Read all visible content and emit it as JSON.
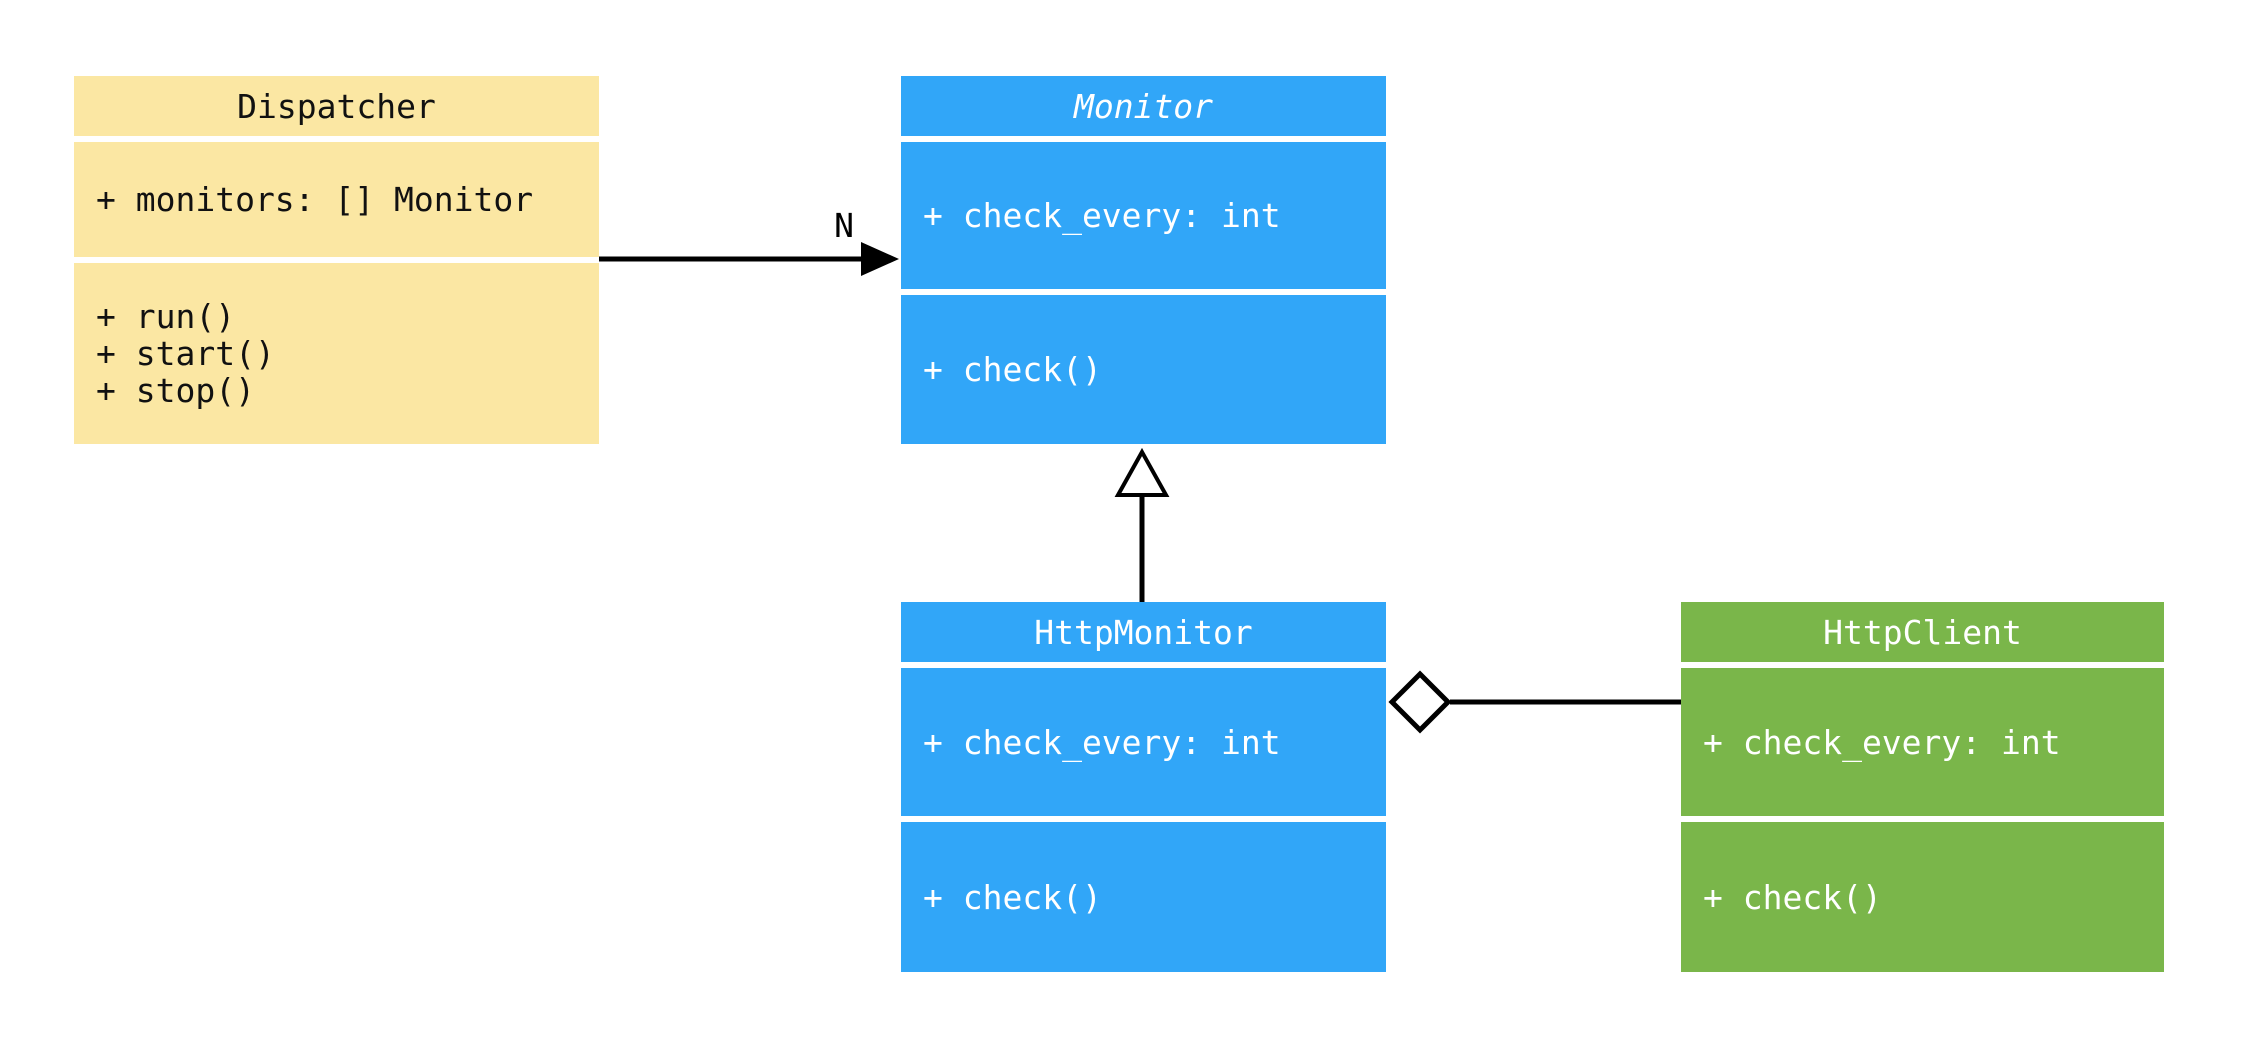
{
  "diagram": {
    "kind": "uml-class-diagram",
    "background_color": "#ffffff",
    "connector_color": "#000000",
    "hollow_fill": "#ffffff",
    "classes": [
      {
        "name": "Dispatcher",
        "abstract": false,
        "fill_color": "#fbe7a3",
        "text_color": "#111111",
        "attributes": [
          "+ monitors: [] Monitor"
        ],
        "methods": [
          "+ run()",
          "+ start()",
          "+ stop()"
        ]
      },
      {
        "name": "Monitor",
        "abstract": true,
        "title_font_style": "italic",
        "fill_color": "#31a6f8",
        "text_color": "#ffffff",
        "attributes": [
          "+ check_every: int"
        ],
        "methods": [
          "+ check()"
        ]
      },
      {
        "name": "HttpMonitor",
        "abstract": false,
        "fill_color": "#31a6f8",
        "text_color": "#ffffff",
        "attributes": [
          "+ check_every: int"
        ],
        "methods": [
          "+ check()"
        ]
      },
      {
        "name": "HttpClient",
        "abstract": false,
        "fill_color": "#7ab64a",
        "text_color": "#ffffff",
        "attributes": [
          "+ check_every: int"
        ],
        "methods": [
          "+ check()"
        ]
      }
    ],
    "relationships": [
      {
        "from": "Dispatcher",
        "to": "Monitor",
        "type": "directed-association",
        "multiplicity_label": "N"
      },
      {
        "from": "HttpMonitor",
        "to": "Monitor",
        "type": "generalization"
      },
      {
        "from": "HttpMonitor",
        "to": "HttpClient",
        "type": "aggregation"
      }
    ]
  }
}
